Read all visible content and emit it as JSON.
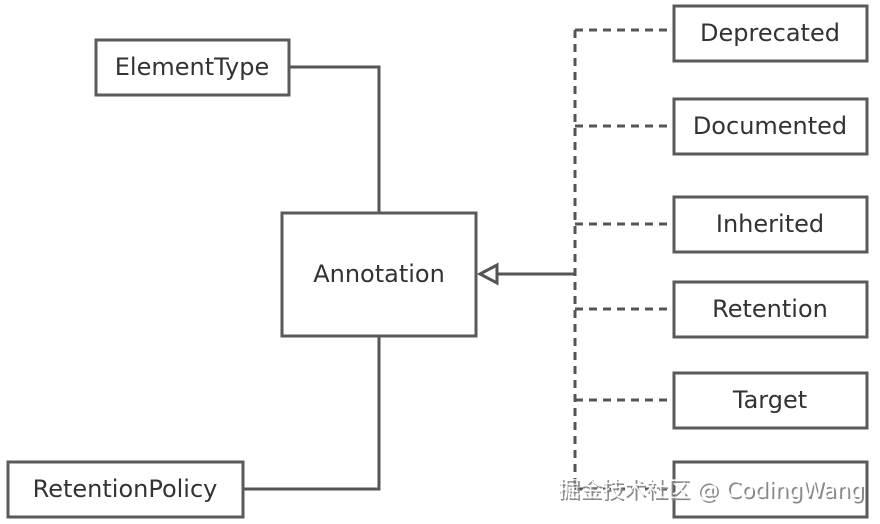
{
  "diagram": {
    "center": {
      "label": "Annotation"
    },
    "left_nodes": [
      {
        "id": "element-type",
        "label": "ElementType"
      },
      {
        "id": "retention-policy",
        "label": "RetentionPolicy"
      }
    ],
    "right_nodes": [
      {
        "id": "deprecated",
        "label": "Deprecated"
      },
      {
        "id": "documented",
        "label": "Documented"
      },
      {
        "id": "inherited",
        "label": "Inherited"
      },
      {
        "id": "retention",
        "label": "Retention"
      },
      {
        "id": "target",
        "label": "Target"
      },
      {
        "id": "unlabeled",
        "label": ""
      }
    ]
  },
  "watermark": "掘金技术社区 @ CodingWang"
}
